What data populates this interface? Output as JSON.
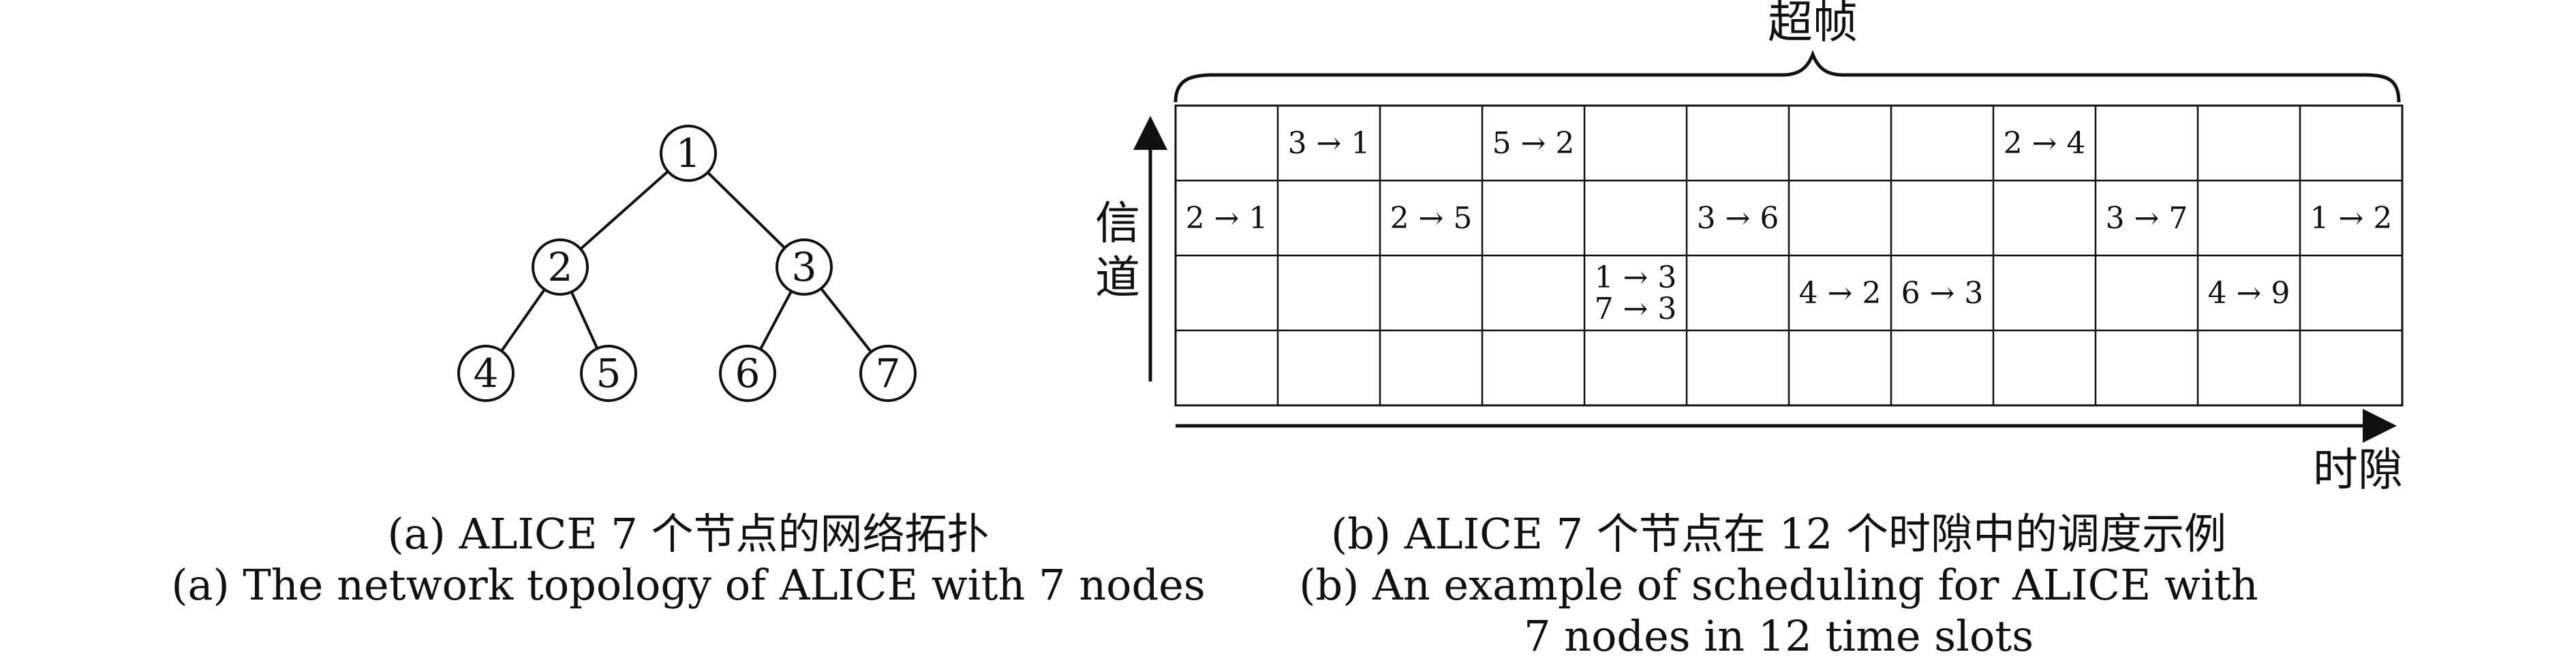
{
  "topology": {
    "nodes": [
      {
        "id": "1",
        "label": "1"
      },
      {
        "id": "2",
        "label": "2"
      },
      {
        "id": "3",
        "label": "3"
      },
      {
        "id": "4",
        "label": "4"
      },
      {
        "id": "5",
        "label": "5"
      },
      {
        "id": "6",
        "label": "6"
      },
      {
        "id": "7",
        "label": "7"
      }
    ],
    "edges": [
      [
        "1",
        "2"
      ],
      [
        "1",
        "3"
      ],
      [
        "2",
        "4"
      ],
      [
        "2",
        "5"
      ],
      [
        "3",
        "6"
      ],
      [
        "3",
        "7"
      ]
    ]
  },
  "schedule": {
    "superframe_label": "超帧",
    "y_axis_label": [
      "信",
      "道"
    ],
    "x_axis_label": "时隙",
    "num_slots": 12,
    "num_channels": 4,
    "cells": [
      {
        "slot": 1,
        "channel": 0,
        "lines": [
          "3 → 1"
        ]
      },
      {
        "slot": 3,
        "channel": 0,
        "lines": [
          "5 → 2"
        ]
      },
      {
        "slot": 8,
        "channel": 0,
        "lines": [
          "2 → 4"
        ]
      },
      {
        "slot": 0,
        "channel": 1,
        "lines": [
          "2 → 1"
        ]
      },
      {
        "slot": 2,
        "channel": 1,
        "lines": [
          "2 → 5"
        ]
      },
      {
        "slot": 5,
        "channel": 1,
        "lines": [
          "3 → 6"
        ]
      },
      {
        "slot": 9,
        "channel": 1,
        "lines": [
          "3 → 7"
        ]
      },
      {
        "slot": 11,
        "channel": 1,
        "lines": [
          "1 → 2"
        ]
      },
      {
        "slot": 4,
        "channel": 2,
        "lines": [
          "1 → 3",
          "7 → 3"
        ]
      },
      {
        "slot": 6,
        "channel": 2,
        "lines": [
          "4 → 2"
        ]
      },
      {
        "slot": 7,
        "channel": 2,
        "lines": [
          "6 → 3"
        ]
      },
      {
        "slot": 10,
        "channel": 2,
        "lines": [
          "4 → 9"
        ]
      }
    ]
  },
  "captions": {
    "a_cn": "(a) ALICE 7 个节点的网络拓扑",
    "a_en": "(a) The network topology of ALICE with 7 nodes",
    "b_cn": "(b) ALICE 7 个节点在 12 个时隙中的调度示例",
    "b_en_1": "(b) An example of scheduling for ALICE with",
    "b_en_2": "7 nodes in 12 time slots"
  }
}
